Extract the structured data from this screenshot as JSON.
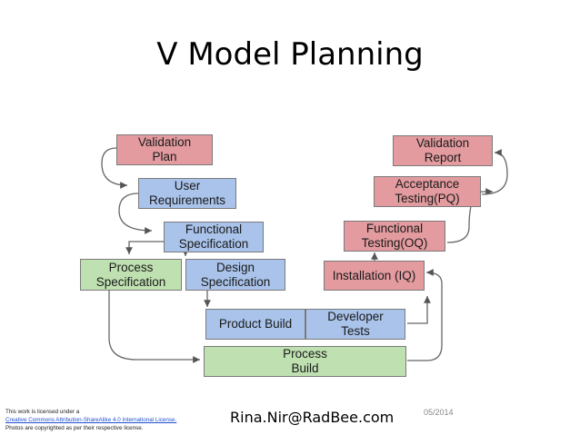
{
  "title": "V Model Planning",
  "boxes": {
    "validation_plan": "Validation\nPlan",
    "user_requirements": "User\nRequirements",
    "functional_specification": "Functional\nSpecification",
    "process_specification": "Process\nSpecification",
    "design_specification": "Design\nSpecification",
    "product_build": "Product Build",
    "developer_tests": "Developer\nTests",
    "process_build": "Process\nBuild",
    "installation_iq": "Installation (IQ)",
    "functional_testing_oq": "Functional\nTesting(OQ)",
    "acceptance_testing_pq": "Acceptance\nTesting(PQ)",
    "validation_report": "Validation\nReport"
  },
  "colors": {
    "red_box": "#e39b9f",
    "blue_box": "#a9c3ea",
    "green_box": "#bfe0b0"
  },
  "footer": {
    "license_line1": "This work is licensed under a",
    "license_link": "Creative Commons Attribution-ShareAlike 4.0 International License.",
    "license_line3": "Photos are copyrighted as per their respective license.",
    "email": "Rina.Nir@RadBee.com",
    "date": "05/2014"
  }
}
